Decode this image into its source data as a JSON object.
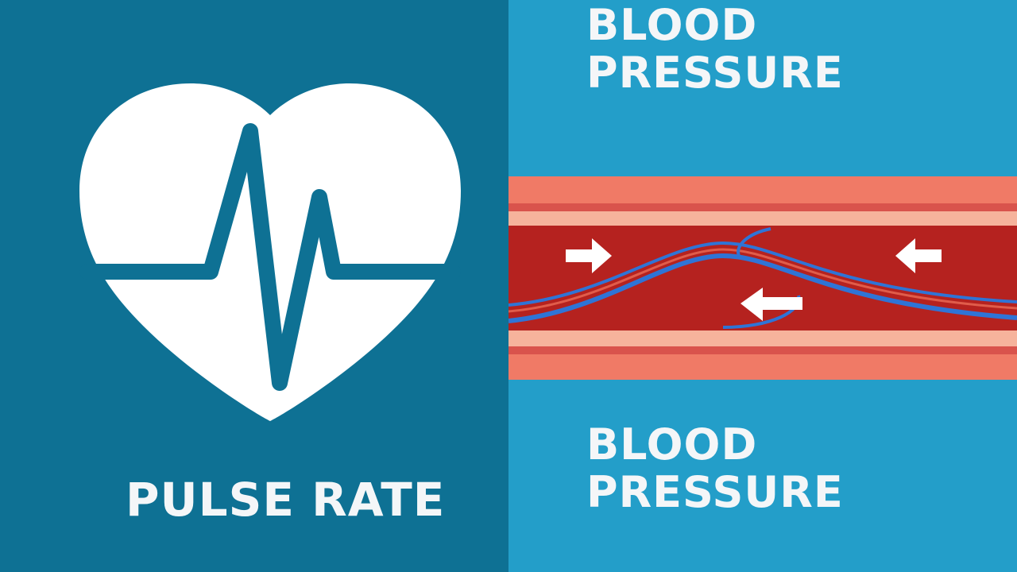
{
  "left_panel": {
    "background": "#0e7194",
    "icon": "heart-pulse-icon",
    "label": "PULSE RATE"
  },
  "right_panel": {
    "background": "#239ec9",
    "top_title_line1": "BLOOD",
    "top_title_line2": "PRESSURE",
    "bottom_title_line1": "BLOOD",
    "bottom_title_line2": "PRESSURE",
    "illustration": "blood-vessel-pressure-illustration",
    "colors": {
      "outer_wall": "#f07a66",
      "wall_stripe": "#d9534c",
      "inner_lining": "#f6b39c",
      "lumen": "#b5221f",
      "vessel_lines": "#2f74d6",
      "arrows": "#ffffff"
    }
  }
}
